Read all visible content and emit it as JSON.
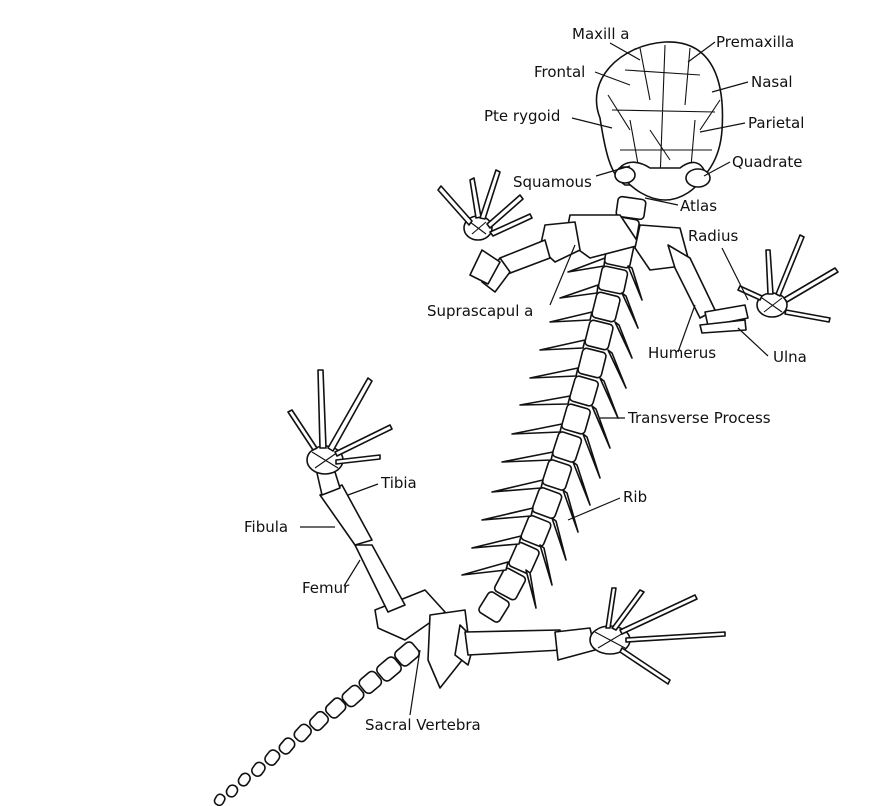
{
  "labels": {
    "maxilla": "Maxill a",
    "premaxilla": "Premaxilla",
    "frontal": "Frontal",
    "nasal": "Nasal",
    "pterygoid": "Pte rygoid",
    "parietal": "Parietal",
    "squamous": "Squamous",
    "quadrate": "Quadrate",
    "atlas": "Atlas",
    "radius": "Radius",
    "suprascapula": "Suprascapul a",
    "humerus": "Humerus",
    "ulna": "Ulna",
    "transverse_process": "Transverse Process",
    "tibia": "Tibia",
    "rib": "Rib",
    "fibula": "Fibula",
    "femur": "Femur",
    "sacral_vertebra": "Sacral Vertebra"
  }
}
